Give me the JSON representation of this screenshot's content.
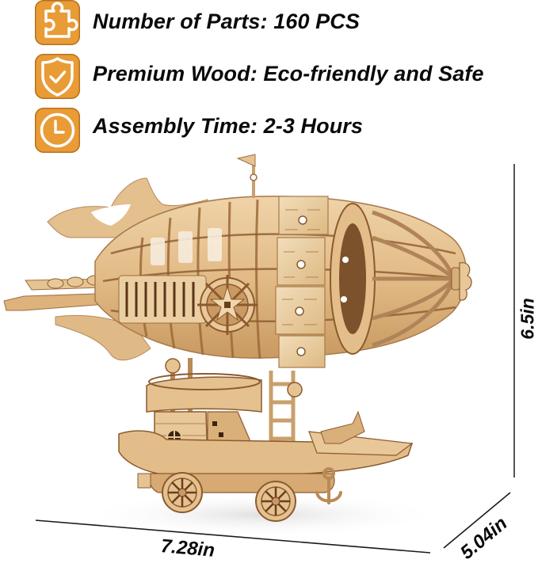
{
  "features": [
    {
      "icon": "puzzle-piece-icon",
      "label": "Number of Parts: 160 PCS"
    },
    {
      "icon": "shield-check-icon",
      "label": "Premium Wood: Eco-friendly and Safe"
    },
    {
      "icon": "clock-icon",
      "label": "Assembly Time: 2-3 Hours"
    }
  ],
  "dimensions": {
    "height": "6.5in",
    "length": "7.28in",
    "width": "5.04in"
  },
  "colors": {
    "icon_bg": "#E99B36",
    "icon_border": "#B8701C",
    "wood_light": "#E9C79A",
    "wood_mid": "#D8AC74",
    "wood_dark": "#8C5A2E",
    "dimension_line": "#555555"
  },
  "product": {
    "subject": "Wooden 3D puzzle airship model"
  }
}
